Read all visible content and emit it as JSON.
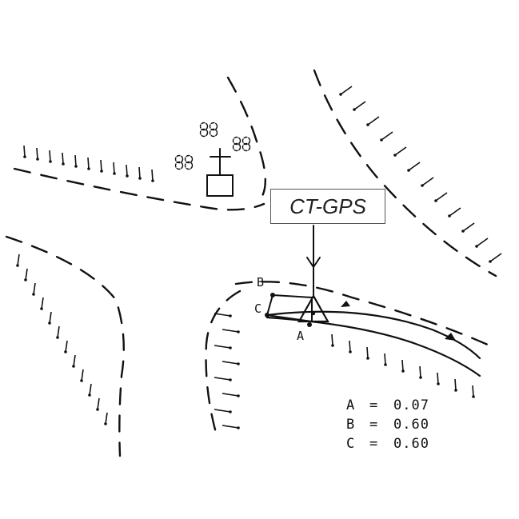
{
  "callout": {
    "label": "CT-GPS"
  },
  "points": [
    {
      "id": "A",
      "label": "A"
    },
    {
      "id": "B",
      "label": "B"
    },
    {
      "id": "C",
      "label": "C"
    }
  ],
  "legend": [
    {
      "key": "A",
      "eq": "=",
      "value": "0.07"
    },
    {
      "key": "B",
      "eq": "=",
      "value": "0.60"
    },
    {
      "key": "C",
      "eq": "=",
      "value": "0.60"
    }
  ],
  "symbols": {
    "gps_marker": "triangle-with-dot",
    "church": "cross-on-square",
    "trees": "tree-clump-icon"
  }
}
